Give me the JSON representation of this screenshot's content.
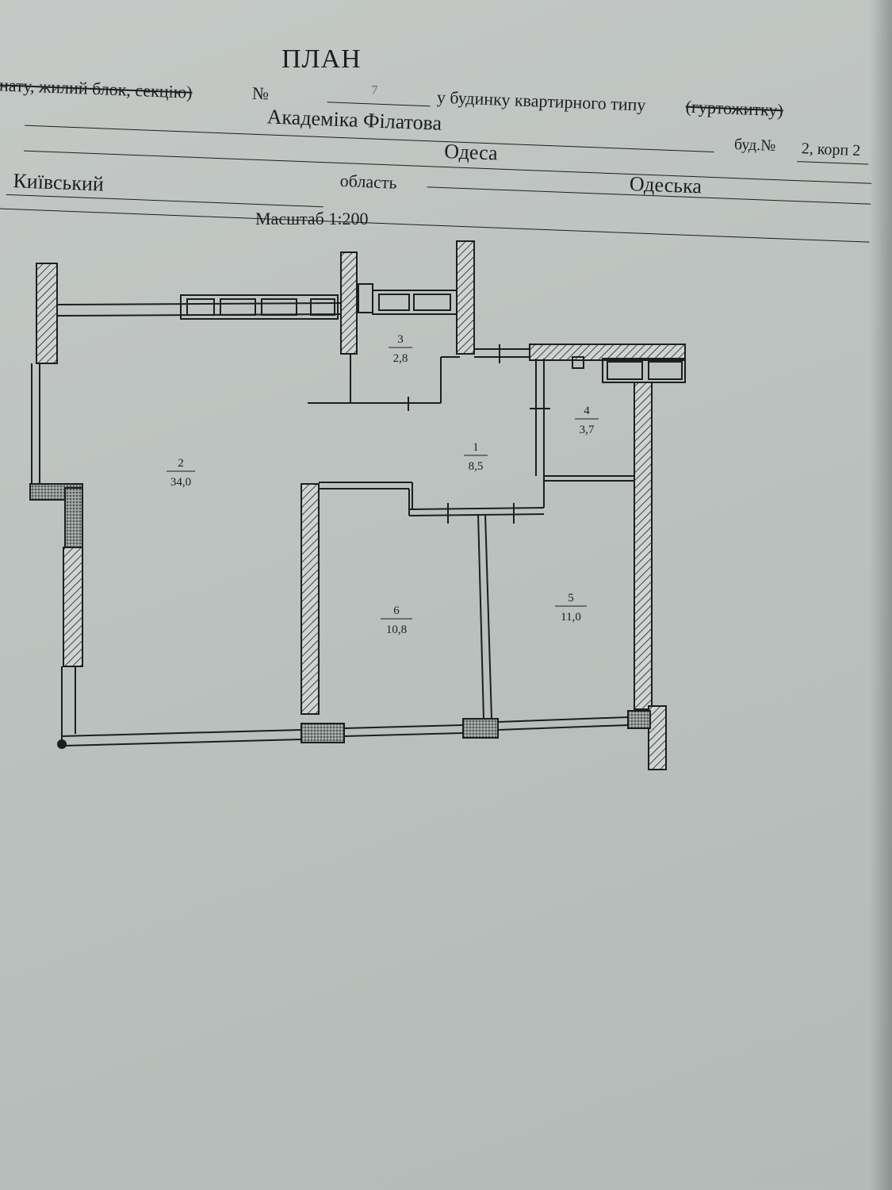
{
  "document": {
    "title": "ПЛАН",
    "line1": {
      "struck_prefix": "нату, жилий блок, секцію)",
      "number_sign": "№",
      "number_value": "7",
      "middle": "у будинку квартирного типу",
      "struck_suffix": "(гуртожитку)"
    },
    "street": "Академіка Філатова",
    "building_label": "буд.№",
    "building_value": "2, корп 2",
    "city": "Одеса",
    "district": "Київський",
    "region_label": "область",
    "region": "Одеська",
    "scale": "Масштаб 1:200"
  },
  "rooms": [
    {
      "number": "1",
      "area": "8,5"
    },
    {
      "number": "2",
      "area": "34,0"
    },
    {
      "number": "3",
      "area": "2,8"
    },
    {
      "number": "4",
      "area": "3,7"
    },
    {
      "number": "5",
      "area": "11,0"
    },
    {
      "number": "6",
      "area": "10,8"
    }
  ],
  "colors": {
    "paper": "#bcc2bf",
    "ink": "#1c1e1f"
  }
}
